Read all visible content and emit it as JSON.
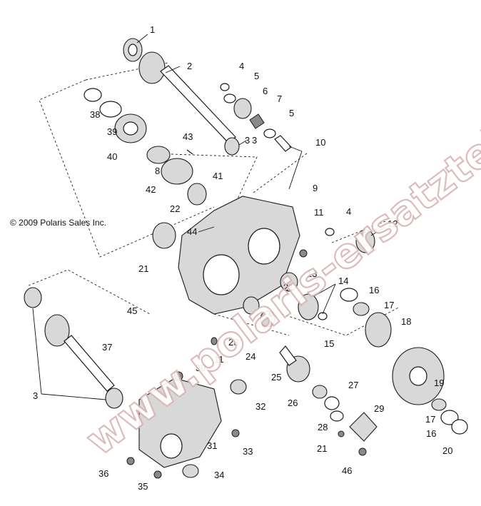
{
  "copyright": "© 2009 Polaris Sales Inc.",
  "watermark": "www.polaris-ersatzteile.de",
  "callouts": [
    "1",
    "2",
    "3",
    "4",
    "5",
    "6",
    "7",
    "5",
    "3",
    "10",
    "9",
    "38",
    "39",
    "40",
    "43",
    "8",
    "41",
    "42",
    "22",
    "11",
    "4",
    "12",
    "44",
    "21",
    "45",
    "13",
    "14",
    "16",
    "17",
    "21",
    "18",
    "15",
    "23",
    "24",
    "11",
    "19",
    "37",
    "30",
    "25",
    "27",
    "26",
    "29",
    "32",
    "3",
    "28",
    "21",
    "17",
    "16",
    "20",
    "33",
    "31",
    "46",
    "36",
    "34",
    "35"
  ]
}
